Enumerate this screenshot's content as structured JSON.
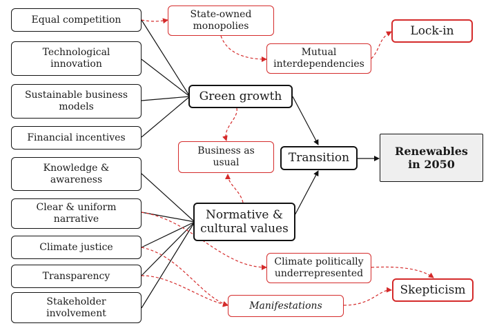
{
  "nodes": {
    "equal_competition": "Equal competition",
    "technological_innovation": "Technological\ninnovation",
    "sustainable_business_models": "Sustainable business\nmodels",
    "financial_incentives": "Financial incentives",
    "knowledge_awareness": "Knowledge &\nawareness",
    "clear_uniform_narrative": "Clear & uniform\nnarrative",
    "climate_justice": "Climate justice",
    "transparency": "Transparency",
    "stakeholder_involvement": "Stakeholder\ninvolvement",
    "state_owned_monopolies": "State-owned\nmonopolies",
    "mutual_interdependencies": "Mutual\ninterdependencies",
    "lock_in": "Lock-in",
    "green_growth": "Green growth",
    "business_as_usual": "Business as\nusual",
    "transition": "Transition",
    "renewables_2050": "Renewables\nin 2050",
    "normative_cultural_values": "Normative &\ncultural  values",
    "climate_politically_underrepresented": "Climate politically\nunderrepresented",
    "skepticism": "Skepticism",
    "manifestations": "Manifestations"
  },
  "colors": {
    "black": "#111111",
    "red": "#d42a2a",
    "grey_fill": "#efefef"
  }
}
